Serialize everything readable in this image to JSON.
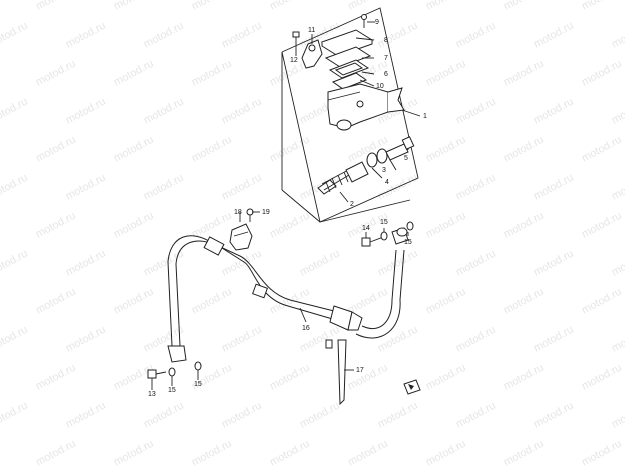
{
  "watermark": "motod.ru",
  "callouts": {
    "c1": "1",
    "c2": "2",
    "c3": "3",
    "c4": "4",
    "c5": "5",
    "c6": "6",
    "c7": "7",
    "c8": "8",
    "c9": "9",
    "c10": "10",
    "c11": "11",
    "c12": "12",
    "c13": "13",
    "c14": "14",
    "c15a": "15",
    "c15b": "15",
    "c15c": "15",
    "c16": "16",
    "c17": "17",
    "c18": "18",
    "c19": "19"
  },
  "colors": {
    "line": "#222222",
    "watermark": "#e6e6e6",
    "background": "#ffffff"
  },
  "icons": {
    "front_arrow": "front-direction-arrow-icon"
  }
}
